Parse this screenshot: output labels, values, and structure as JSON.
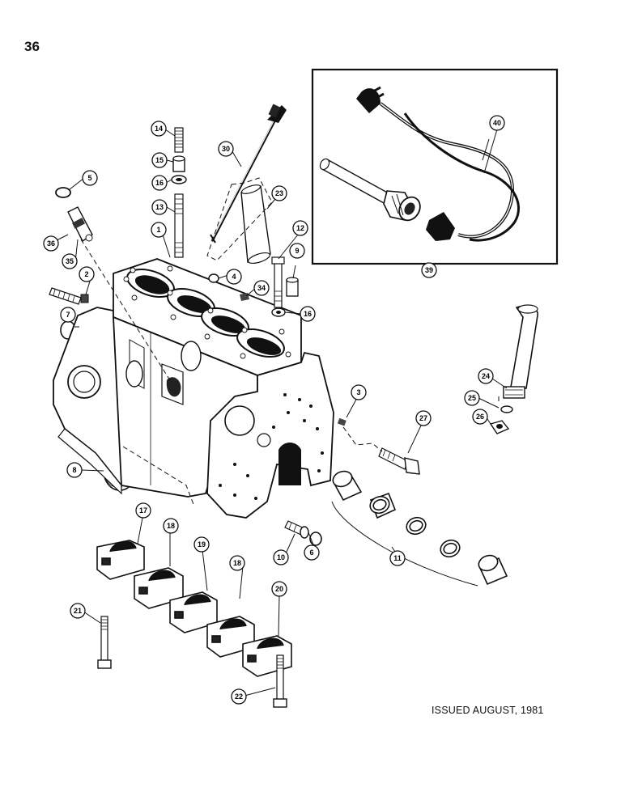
{
  "page_number": "36",
  "issued_text": "ISSUED AUGUST, 1981",
  "callouts": [
    {
      "id": "c1",
      "label": "1"
    },
    {
      "id": "c2",
      "label": "2"
    },
    {
      "id": "c3",
      "label": "3"
    },
    {
      "id": "c4",
      "label": "4"
    },
    {
      "id": "c5",
      "label": "5"
    },
    {
      "id": "c6",
      "label": "6"
    },
    {
      "id": "c7",
      "label": "7"
    },
    {
      "id": "c8",
      "label": "8"
    },
    {
      "id": "c9",
      "label": "9"
    },
    {
      "id": "c10",
      "label": "10"
    },
    {
      "id": "c11",
      "label": "11"
    },
    {
      "id": "c12",
      "label": "12"
    },
    {
      "id": "c13",
      "label": "13"
    },
    {
      "id": "c14",
      "label": "14"
    },
    {
      "id": "c15",
      "label": "15"
    },
    {
      "id": "c16a",
      "label": "16"
    },
    {
      "id": "c16b",
      "label": "16"
    },
    {
      "id": "c17",
      "label": "17"
    },
    {
      "id": "c18a",
      "label": "18"
    },
    {
      "id": "c18b",
      "label": "18"
    },
    {
      "id": "c19",
      "label": "19"
    },
    {
      "id": "c20",
      "label": "20"
    },
    {
      "id": "c21",
      "label": "21"
    },
    {
      "id": "c22",
      "label": "22"
    },
    {
      "id": "c23",
      "label": "23"
    },
    {
      "id": "c24",
      "label": "24"
    },
    {
      "id": "c25",
      "label": "25"
    },
    {
      "id": "c26",
      "label": "26"
    },
    {
      "id": "c27",
      "label": "27"
    },
    {
      "id": "c30",
      "label": "30"
    },
    {
      "id": "c34",
      "label": "34"
    },
    {
      "id": "c35",
      "label": "35"
    },
    {
      "id": "c36",
      "label": "36"
    },
    {
      "id": "c39",
      "label": "39"
    },
    {
      "id": "c40",
      "label": "40"
    }
  ]
}
